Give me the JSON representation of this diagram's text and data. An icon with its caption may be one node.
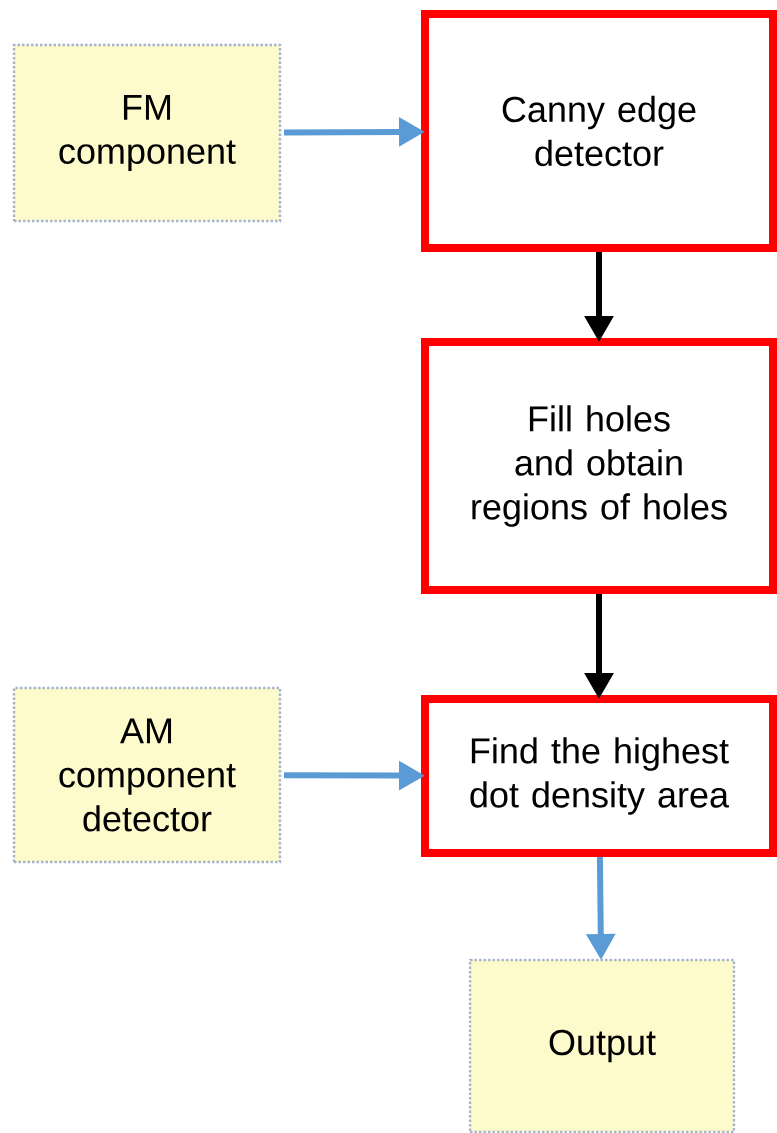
{
  "diagram": {
    "nodes": [
      {
        "text": [
          "FM component"
        ]
      },
      {
        "text": [
          "Canny edge detector"
        ]
      },
      {
        "text": [
          "Fill holes and obtain regions of holes"
        ]
      },
      {
        "text": [
          "AM component detector"
        ]
      },
      {
        "text": [
          "Find the highest dot density area"
        ]
      },
      {
        "text": [
          "Output"
        ]
      }
    ],
    "edges": [
      {
        "from": 0,
        "to": 1,
        "arrow": "to"
      },
      {
        "from": 1,
        "to": 2,
        "arrow": "to",
        "color": "#000000"
      },
      {
        "from": 2,
        "to": 4,
        "arrow": "to",
        "color": "#000000"
      },
      {
        "from": 3,
        "to": 4,
        "arrow": "to"
      },
      {
        "from": 4,
        "to": 5,
        "arrow": "to"
      }
    ]
  }
}
